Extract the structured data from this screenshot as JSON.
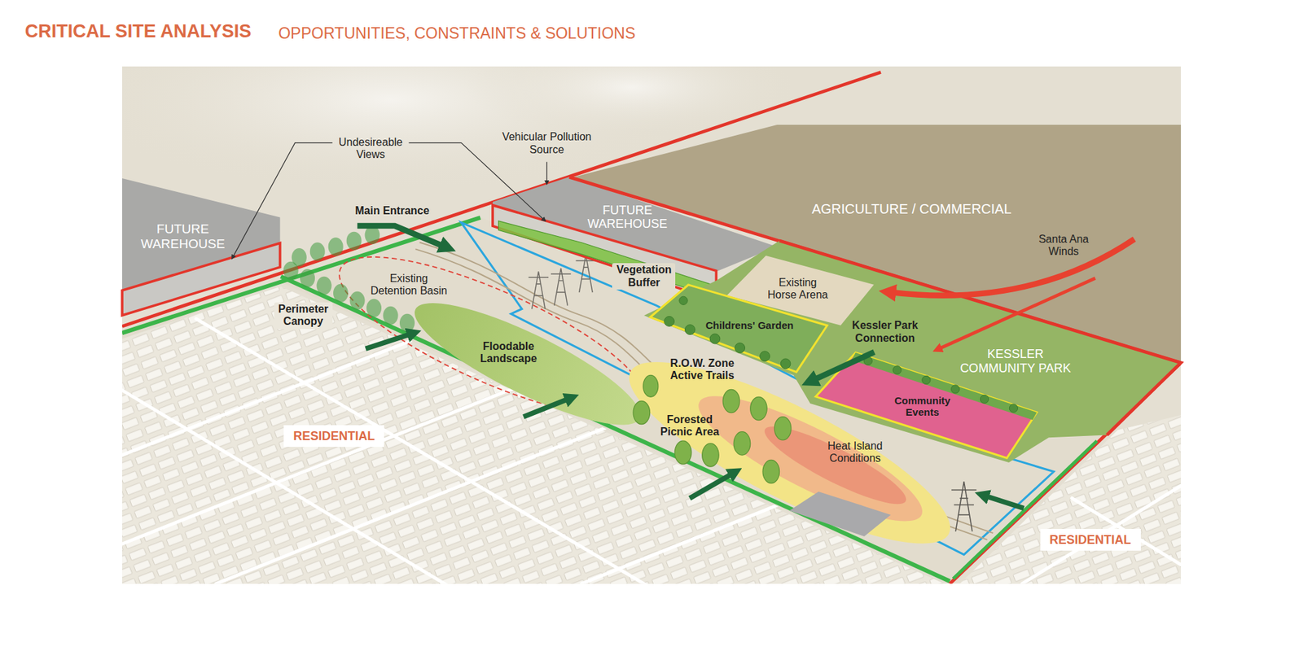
{
  "diagram": {
    "title": "CRITICAL SITE ANALYSIS",
    "nodes": [
      {
        "text": [
          "FUTURE WAREHOUSE"
        ]
      },
      {
        "text": [
          "FUTURE WAREHOUSE"
        ]
      },
      {
        "text": [
          "AGRICULTURE / COMMERCIAL"
        ]
      },
      {
        "text": [
          "KESSLER COMMUNITY PARK"
        ]
      },
      {
        "text": [
          "Existing Horse Arena"
        ],
        "in": 3
      },
      {
        "text": [
          "Childrens' Garden"
        ],
        "in": 3
      },
      {
        "text": [
          "Community Events"
        ],
        "in": 3
      },
      {
        "text": [
          "Existing Detention Basin"
        ]
      },
      {
        "text": [
          "Floodable Landscape"
        ],
        "in": 7
      },
      {
        "text": [
          "Heat Island Conditions"
        ]
      },
      {
        "text": [
          "RESIDENTIAL"
        ]
      },
      {
        "text": [
          "RESIDENTIAL"
        ]
      }
    ],
    "labels": [
      "OPPORTUNITIES, CONSTRAINTS & SOLUTIONS",
      "Undesireable Views",
      "Vehicular Pollution Source",
      "Main Entrance",
      "Vegetation Buffer",
      "Perimeter Canopy",
      "Kessler Park Connection",
      "Santa Ana Winds",
      "R.O.W. Zone Active Trails",
      "Forested Picnic Area"
    ]
  }
}
